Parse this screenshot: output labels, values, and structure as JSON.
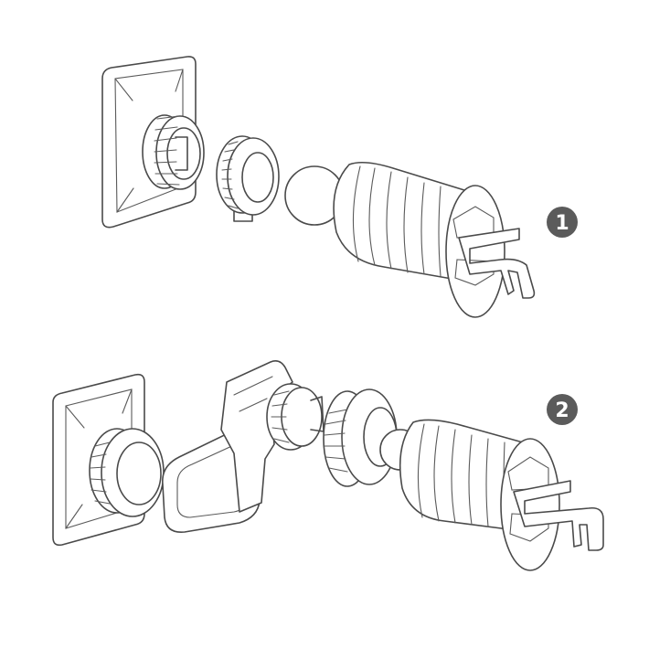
{
  "steps": [
    {
      "label": "1",
      "color": "#5b5b5b"
    },
    {
      "label": "2",
      "color": "#5b5b5b"
    }
  ],
  "parts": [
    "adhesive-base-plate",
    "threaded-socket",
    "locking-nut",
    "ball-joint",
    "ribbed-clip-body",
    "vent-clip-hook",
    "adjustable-arm"
  ]
}
